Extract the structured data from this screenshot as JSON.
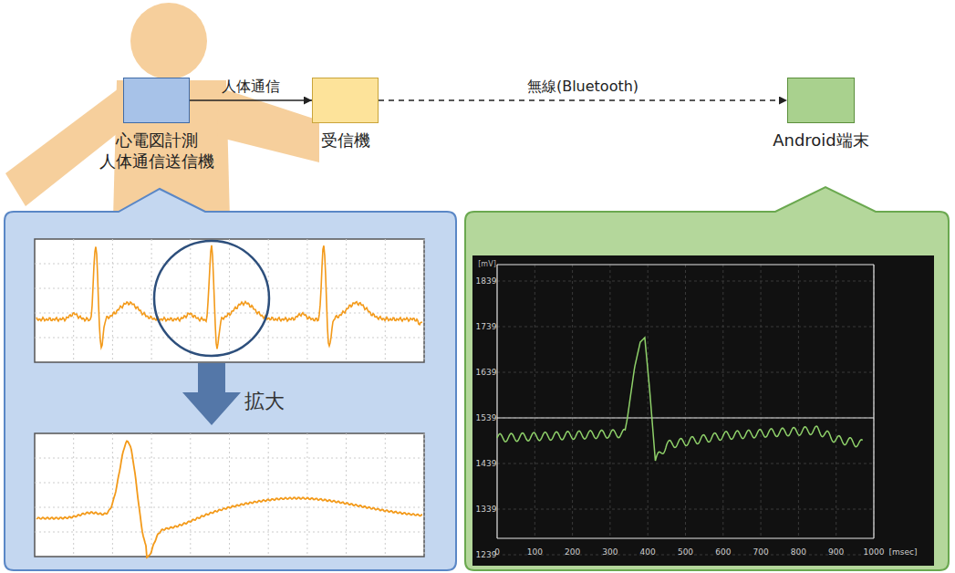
{
  "diagram": {
    "nodes": [
      {
        "text": [
          "心電図計測 人体通信送信機"
        ]
      },
      {
        "text": [
          "受信機"
        ]
      },
      {
        "text": [
          "Android端末"
        ]
      }
    ],
    "edges": [
      {
        "from": 0,
        "to": 1,
        "arrow": "to",
        "label": "人体通信"
      },
      {
        "from": 1,
        "to": 2,
        "arrow": "to",
        "label": "無線(Bluetooth)"
      }
    ],
    "labels": [
      "拡大",
      "[mV]",
      "1839",
      "1739",
      "1639",
      "1539",
      "1439",
      "1339",
      "1239",
      "0",
      "100",
      "200",
      "300",
      "400",
      "500",
      "600",
      "700",
      "800",
      "900",
      "1000",
      "[msec]"
    ]
  }
}
